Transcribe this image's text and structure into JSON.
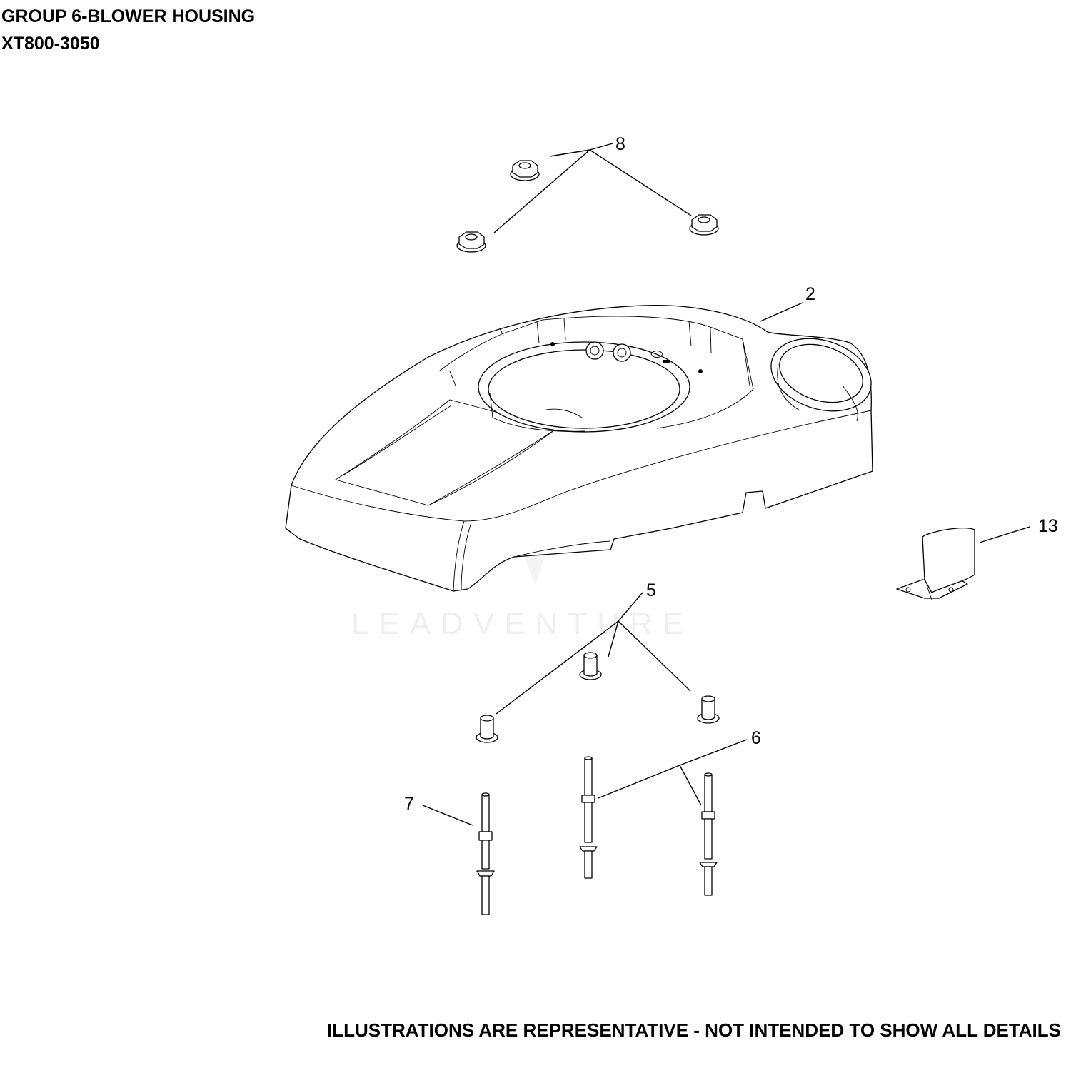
{
  "header": {
    "title": "GROUP 6-BLOWER HOUSING",
    "model": "XT800-3050"
  },
  "footer": {
    "note": "ILLUSTRATIONS ARE REPRESENTATIVE - NOT INTENDED TO SHOW ALL DETAILS"
  },
  "watermark": {
    "text": "LEADVENTURE"
  },
  "callouts": {
    "nuts": "8",
    "blower_housing": "2",
    "baffle": "13",
    "spacers": "5",
    "studs": "6",
    "stud_single": "7"
  }
}
